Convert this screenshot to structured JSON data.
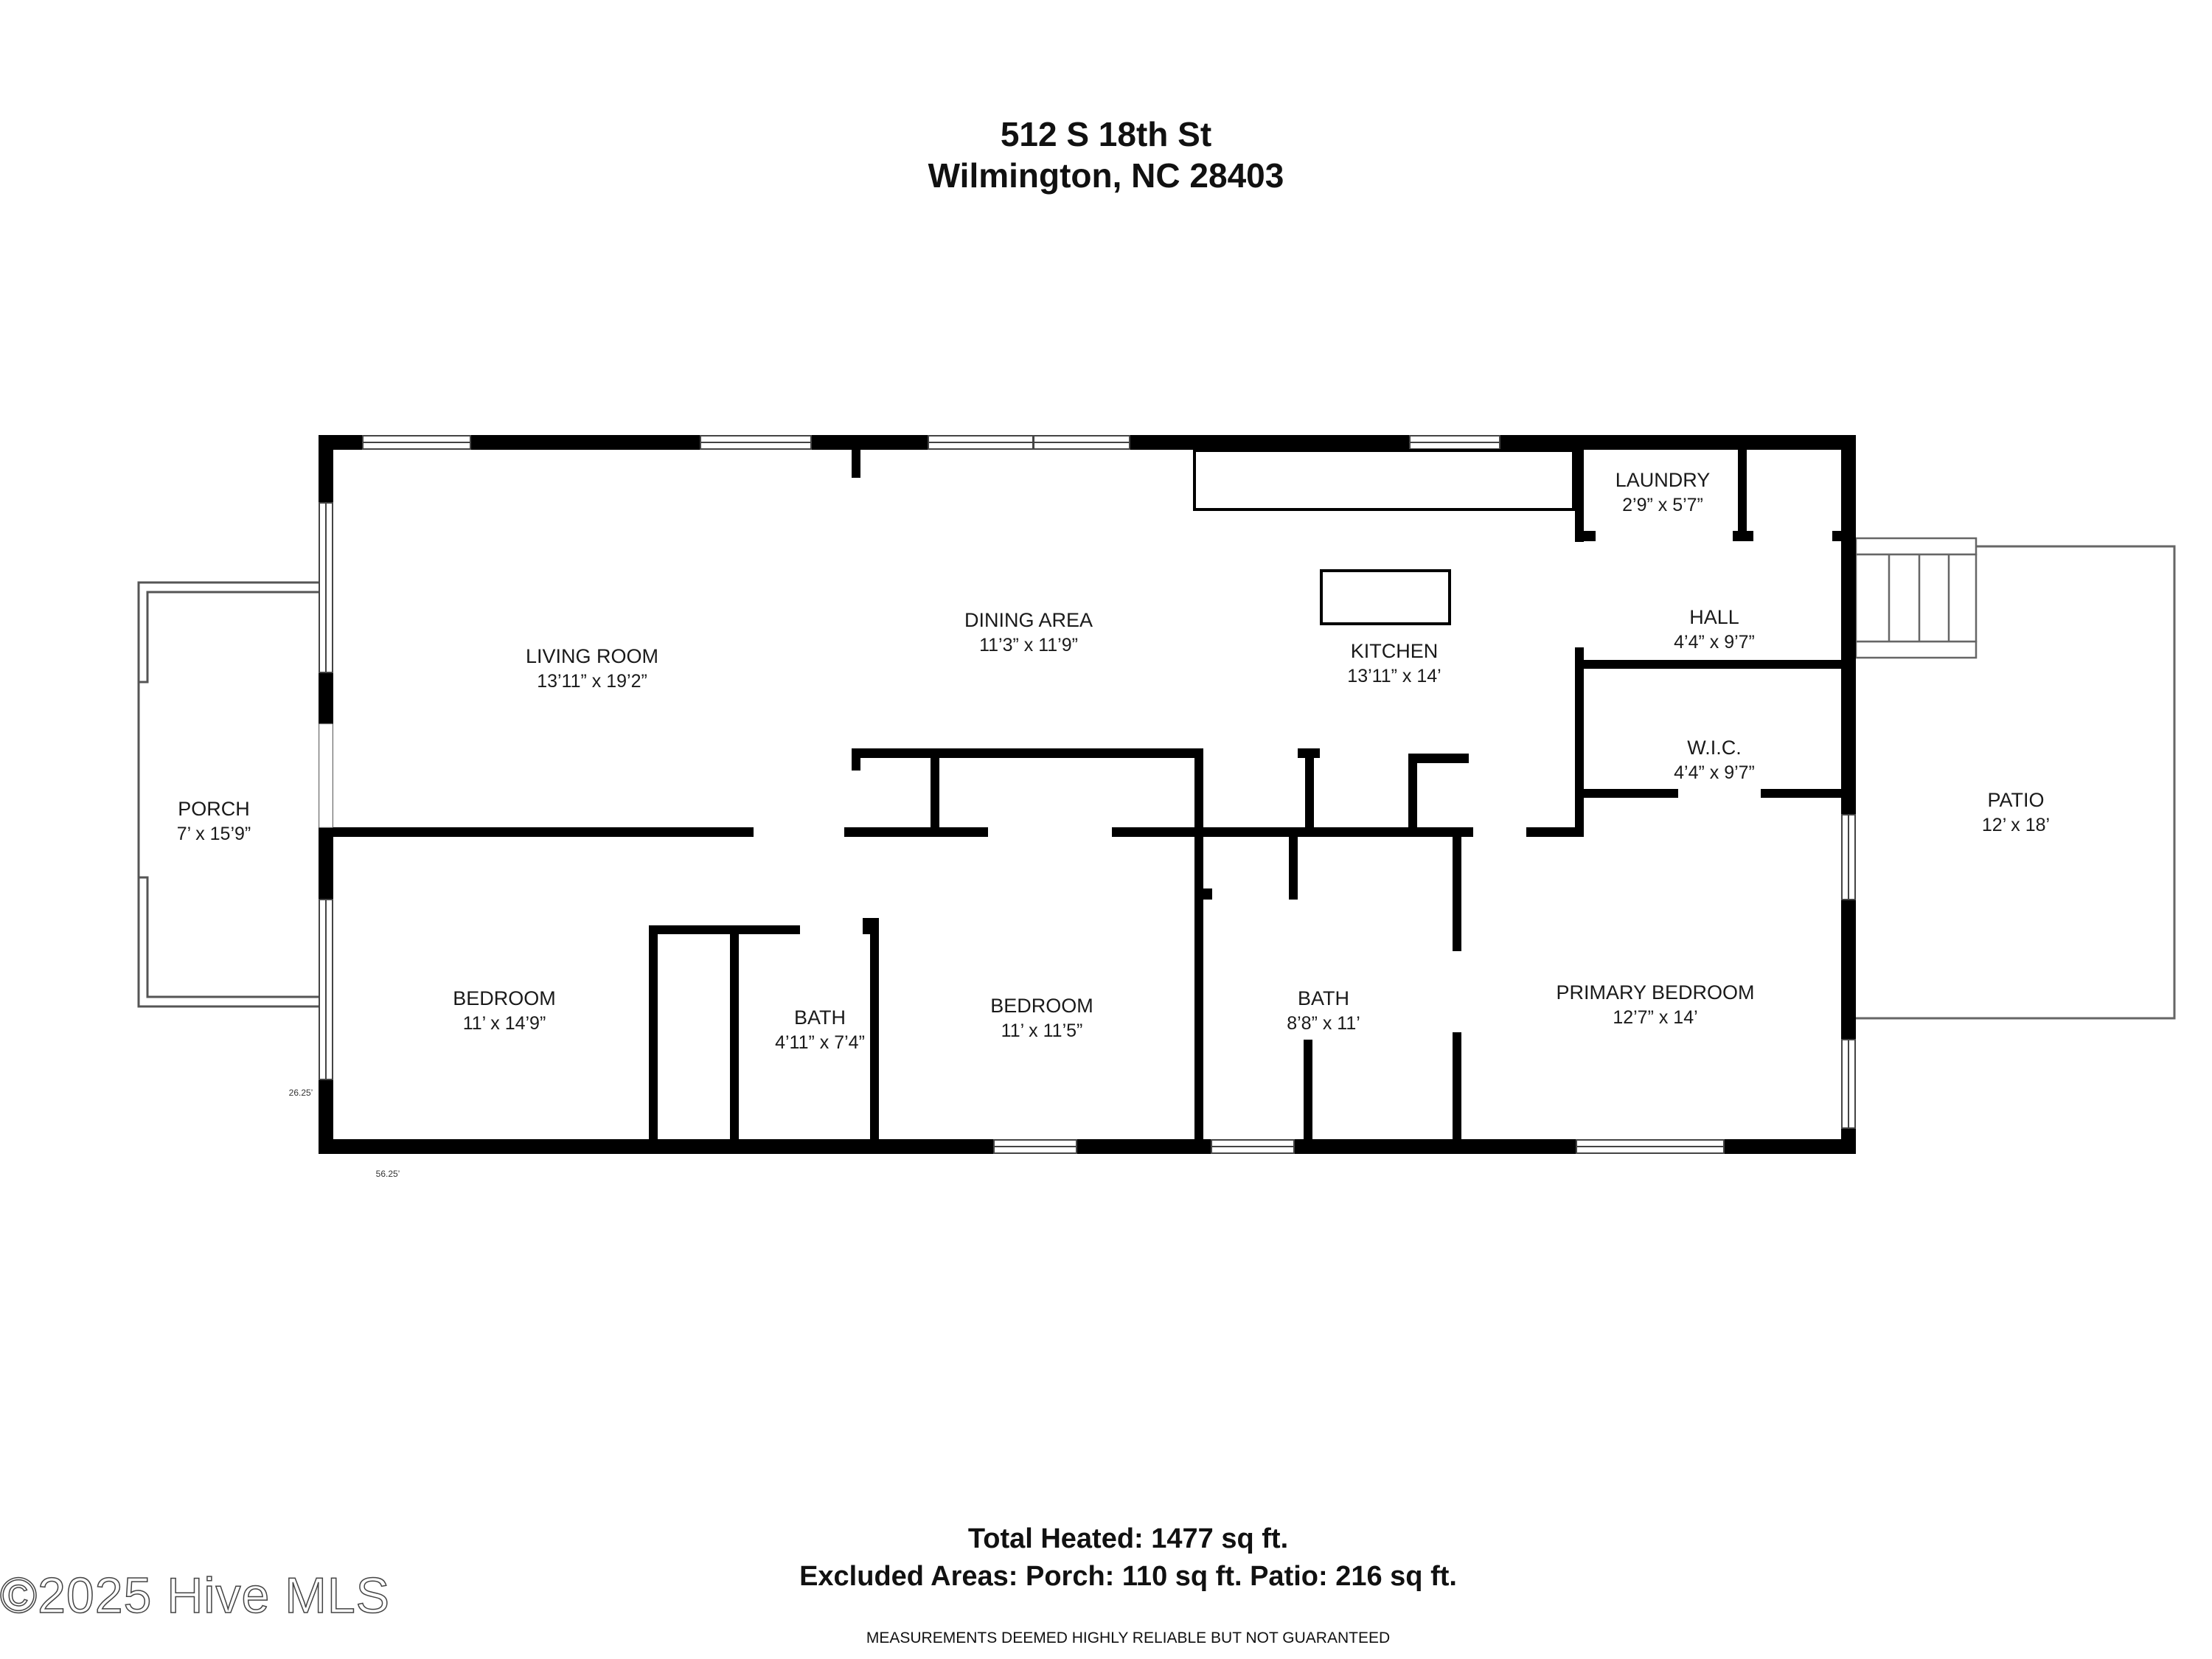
{
  "header": {
    "address_line1": "512 S 18th St",
    "address_line2": "Wilmington, NC 28403"
  },
  "rooms": {
    "living_room": {
      "name": "LIVING ROOM",
      "dims": "13’11” x 19’2”"
    },
    "dining_area": {
      "name": "DINING AREA",
      "dims": "11’3” x 11’9”"
    },
    "kitchen": {
      "name": "KITCHEN",
      "dims": "13’11” x 14’"
    },
    "laundry": {
      "name": "LAUNDRY",
      "dims": "2’9” x 5’7”"
    },
    "hall": {
      "name": "HALL",
      "dims": "4’4” x 9’7”"
    },
    "wic": {
      "name": "W.I.C.",
      "dims": "4’4” x 9’7”"
    },
    "porch": {
      "name": "PORCH",
      "dims": "7’ x 15’9”"
    },
    "patio": {
      "name": "PATIO",
      "dims": "12’ x 18’"
    },
    "bedroom1": {
      "name": "BEDROOM",
      "dims": "11’ x 14’9”"
    },
    "bath1": {
      "name": "BATH",
      "dims": "4’11” x 7’4”"
    },
    "bedroom2": {
      "name": "BEDROOM",
      "dims": "11’ x 11’5”"
    },
    "bath2": {
      "name": "BATH",
      "dims": "8’8” x 11’"
    },
    "primary_bedroom": {
      "name": "PRIMARY BEDROOM",
      "dims": "12’7” x 14’"
    }
  },
  "dimensions": {
    "depth": "26.25’",
    "width": "56.25’"
  },
  "footer": {
    "total_heated": "Total Heated: 1477 sq ft.",
    "excluded_areas": "Excluded Areas: Porch: 110 sq ft. Patio: 216 sq ft.",
    "disclaimer": "MEASUREMENTS DEEMED HIGHLY RELIABLE BUT NOT GUARANTEED"
  },
  "watermark": "©2025 Hive MLS",
  "colors": {
    "wall": "#000000",
    "background": "#ffffff",
    "outline": "#555555"
  }
}
